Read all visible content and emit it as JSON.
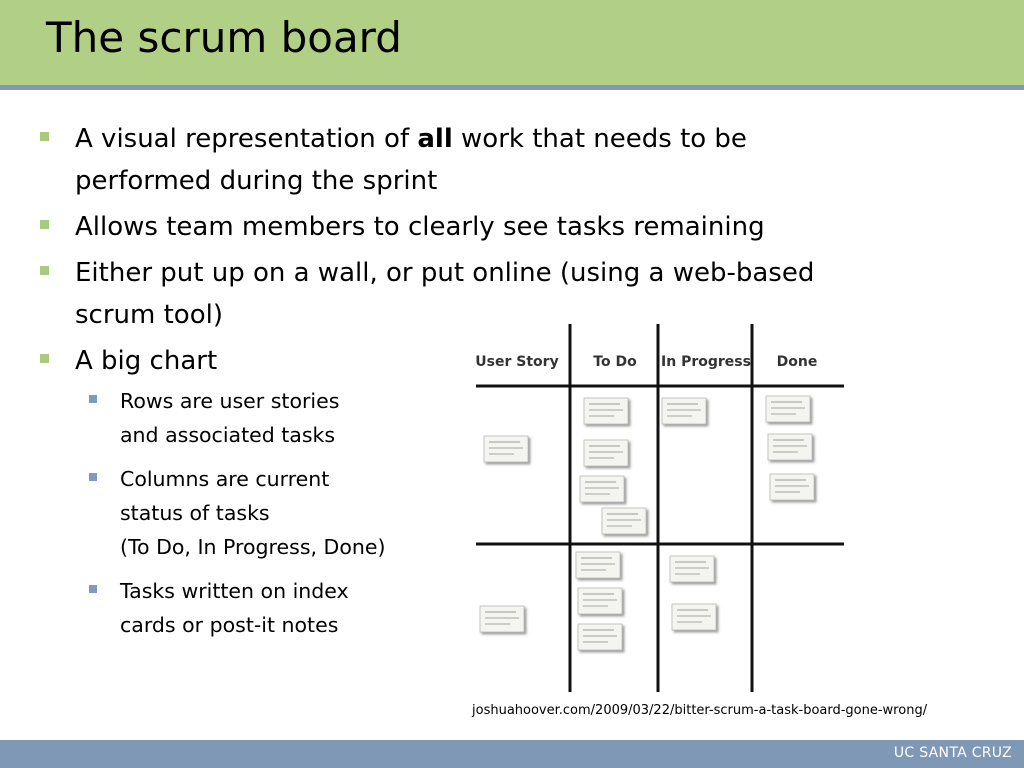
{
  "slide": {
    "title": "The scrum board",
    "bullets": [
      {
        "pre": "A visual representation of ",
        "bold": "all",
        "post": " work that needs to be",
        "line2": "performed during the sprint"
      },
      {
        "line1": "Allows team members to clearly see tasks remaining"
      },
      {
        "line1": "Either put up on a wall, or put online (using a web-based",
        "line2": "scrum tool)"
      },
      {
        "line1": "A big chart"
      }
    ],
    "sub_bullets": [
      {
        "lines": [
          "Rows are user stories",
          "and associated tasks"
        ]
      },
      {
        "lines": [
          "Columns are current",
          "status of tasks",
          "(To Do, In Progress, Done)"
        ]
      },
      {
        "lines": [
          "Tasks written on index",
          "cards or post-it notes"
        ]
      }
    ],
    "credit": "joshuahoover.com/2009/03/22/bitter-scrum-a-task-board-gone-wrong/",
    "footer": "UC SANTA CRUZ"
  },
  "board_photo": {
    "columns": [
      "User Story",
      "To Do",
      "In Progress",
      "Done"
    ]
  }
}
